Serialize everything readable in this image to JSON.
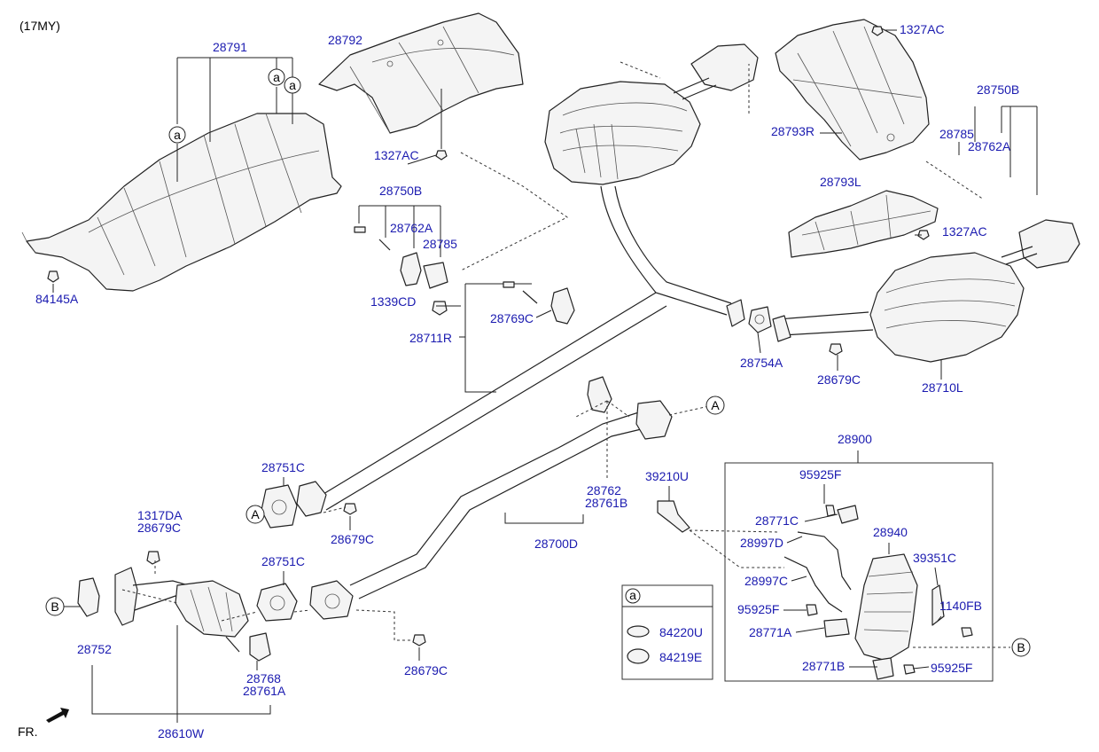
{
  "header": {
    "model_year": "(17MY)"
  },
  "footer": {
    "front_label": "FR."
  },
  "colors": {
    "label": "#1b1bb0",
    "line": "#222222",
    "part_fill": "#f4f4f4"
  },
  "callouts": {
    "a": "a",
    "A": "A",
    "B": "B"
  },
  "legend": {
    "key": "a",
    "items": [
      "84220U",
      "84219E"
    ]
  },
  "labels": {
    "p28791": "28791",
    "p28792": "28792",
    "p1327AC_1": "1327AC",
    "p1327AC_2": "1327AC",
    "p1327AC_3": "1327AC",
    "p28793R": "28793R",
    "p28750B_1": "28750B",
    "p28750B_2": "28750B",
    "p28785_1": "28785",
    "p28785_2": "28785",
    "p28762A_1": "28762A",
    "p28762A_2": "28762A",
    "p28793L": "28793L",
    "p84145A": "84145A",
    "p1339CD": "1339CD",
    "p28769C": "28769C",
    "p28711R": "28711R",
    "p28754A": "28754A",
    "p28679C_1": "28679C",
    "p28679C_2": "28679C",
    "p28679C_3": "28679C",
    "p28679C_4": "28679C",
    "p28710L": "28710L",
    "p28900": "28900",
    "p28751C_1": "28751C",
    "p28751C_2": "28751C",
    "p28762": "28762",
    "p28761B": "28761B",
    "p39210U": "39210U",
    "p95925F_1": "95925F",
    "p95925F_2": "95925F",
    "p95925F_3": "95925F",
    "p28771C": "28771C",
    "p28997D": "28997D",
    "p28997C": "28997C",
    "p28940": "28940",
    "p39351C": "39351C",
    "p1140FB": "1140FB",
    "p28771A": "28771A",
    "p28771B": "28771B",
    "p1317DA": "1317DA",
    "p28700D": "28700D",
    "p28752": "28752",
    "p28768": "28768",
    "p28761A": "28761A",
    "p28610W": "28610W"
  }
}
